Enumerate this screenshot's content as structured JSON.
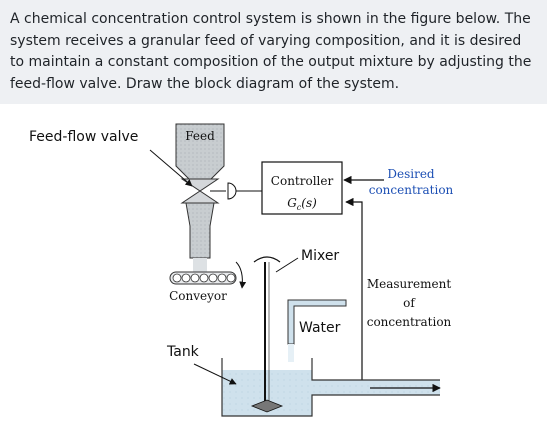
{
  "question": {
    "text": "A chemical concentration control system is shown in the figure below. The system receives a granular feed of varying composition, and it is desired to maintain a constant composition of the output mixture by adjusting the feed-flow valve. Draw the block diagram of the system."
  },
  "diagram": {
    "labels": {
      "feed_flow_valve": "Feed-flow valve",
      "feed": "Feed",
      "controller": "Controller",
      "controller_tf": "G",
      "controller_tf_sub": "c",
      "controller_tf_arg": "(s)",
      "desired_1": "Desired",
      "desired_2": "concentration",
      "mixer": "Mixer",
      "conveyor": "Conveyor",
      "measurement_1": "Measurement",
      "measurement_2": "of",
      "measurement_3": "concentration",
      "water": "Water",
      "tank": "Tank"
    },
    "colors": {
      "hopper": "#c8cdd0",
      "conveyor": "#d9dde0",
      "water": "#cfe1ec",
      "desired_text": "#1c4fb4",
      "text": "#111111"
    }
  }
}
